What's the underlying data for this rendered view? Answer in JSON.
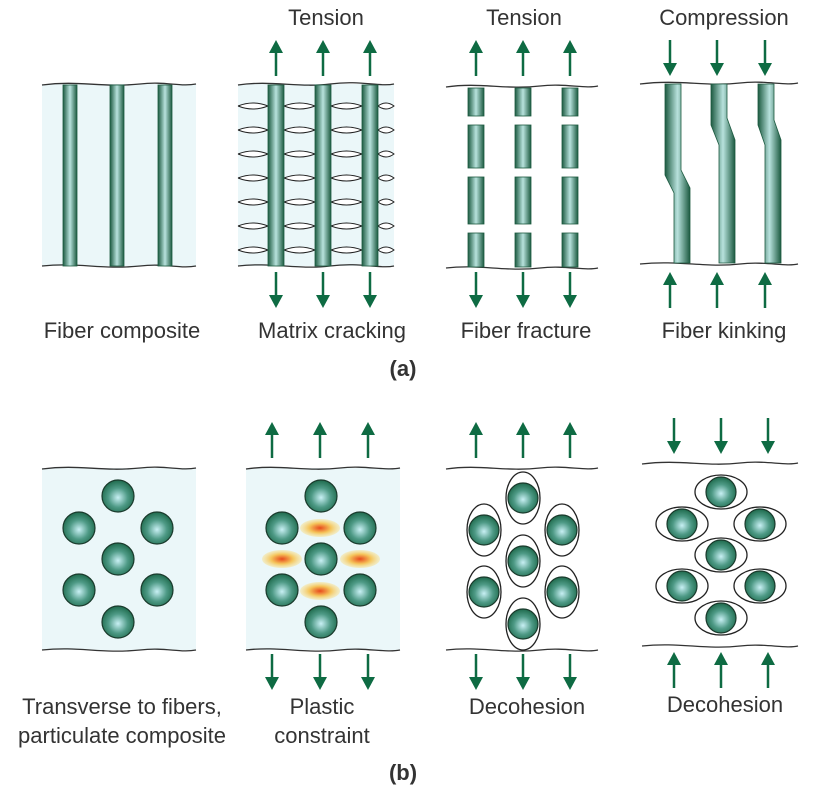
{
  "colors": {
    "matrix": "#ebf7f9",
    "arrow": "#0e6b43",
    "fiber_edge": "#1c5a40",
    "fiber_mid": "#2f7e5e",
    "fiber_light": "#b8e2dd",
    "particle_light": "#c8f0f4",
    "particle_dark": "#1e6a4c",
    "hot": "#e84a1c",
    "warm": "#f5c65c",
    "outline": "#222222"
  },
  "row_a": {
    "tag": "(a)",
    "panels": [
      {
        "label": "Fiber composite",
        "load": "",
        "arrows": "none"
      },
      {
        "label": "Matrix cracking",
        "load": "Tension",
        "arrows": "out"
      },
      {
        "label": "Fiber fracture",
        "load": "Tension",
        "arrows": "out"
      },
      {
        "label": "Fiber kinking",
        "load": "Compression",
        "arrows": "in"
      }
    ]
  },
  "row_b": {
    "tag": "(b)",
    "panels": [
      {
        "label_line1": "Transverse to fibers,",
        "label_line2": "particulate composite",
        "arrows": "none"
      },
      {
        "label_line1": "Plastic",
        "label_line2": "constraint",
        "arrows": "out"
      },
      {
        "label_line1": "Decohesion",
        "label_line2": "",
        "arrows": "out"
      },
      {
        "label_line1": "Decohesion",
        "label_line2": "",
        "arrows": "in"
      }
    ]
  }
}
